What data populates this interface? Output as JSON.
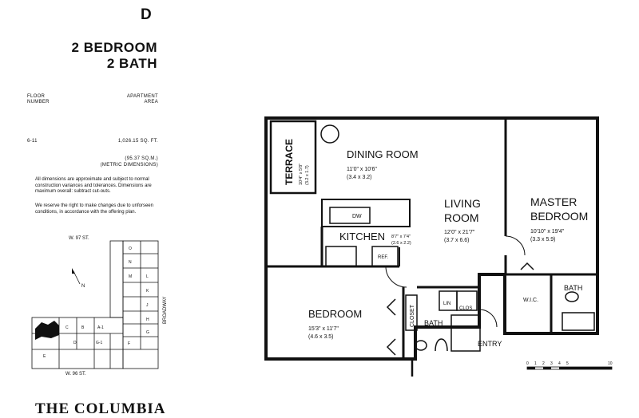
{
  "header": {
    "unit_letter": "D",
    "line1": "2 BEDROOM",
    "line2": "2 BATH"
  },
  "info": {
    "floor_label_1": "FLOOR",
    "floor_label_2": "NUMBER",
    "area_label_1": "APARTMENT",
    "area_label_2": "AREA",
    "floor_value": "6-11",
    "area_value": "1,026.15  SQ. FT.",
    "area_metric": "(95.37 SQ.M.)",
    "metric_note": "(METRIC DIMENSIONS)"
  },
  "notes": {
    "para1": "All dimensions are approximate and subject to normal construction variances and tolerances. Dimensions are maximum overall: subtract cut-outs.",
    "para2": "We reserve the right to make changes due to unforseen conditions, in accordance with the offering plan."
  },
  "key_plan": {
    "street_top": "W. 97 ST.",
    "street_bottom": "W. 96 ST.",
    "street_side": "BROADWAY",
    "north": "N",
    "unit_labels": [
      "O",
      "N",
      "M",
      "L",
      "K",
      "J",
      "H",
      "G",
      "F",
      "A-1",
      "B",
      "C",
      "D",
      "E",
      "G-1"
    ]
  },
  "rooms": {
    "terrace": {
      "name": "TERRACE",
      "dim1": "10'4\" x 5'8\"",
      "dim2": "(3.2 x 1.7)"
    },
    "dining": {
      "name": "DINING ROOM",
      "dim1": "11'0\" x 10'6\"",
      "dim2": "(3.4 x 3.2)"
    },
    "living": {
      "name1": "LIVING",
      "name2": "ROOM",
      "dim1": "12'0\" x 21'7\"",
      "dim2": "(3.7 x 6.6)"
    },
    "master": {
      "name1": "MASTER",
      "name2": "BEDROOM",
      "dim1": "10'10\" x 19'4\"",
      "dim2": "(3.3 x 5.9)"
    },
    "kitchen": {
      "name": "KITCHEN",
      "dim1": "8'7\" x 7'4\"",
      "dim2": "(2.6 x 2.2)"
    },
    "bedroom": {
      "name": "BEDROOM",
      "dim1": "15'3\" x 11'7\"",
      "dim2": "(4.6 x 3.5)"
    },
    "bath": "BATH",
    "master_bath": "BATH",
    "closet": "CLOSET",
    "wic": "W.I.C.",
    "lin": "LIN",
    "clos": "CLOS",
    "entry": "ENTRY",
    "dw": "DW",
    "ref": "REF."
  },
  "scale_bar": {
    "ticks": [
      "0",
      "1",
      "2",
      "3",
      "4",
      "5",
      "10"
    ]
  },
  "footer": {
    "building": "THE COLUMBIA"
  }
}
